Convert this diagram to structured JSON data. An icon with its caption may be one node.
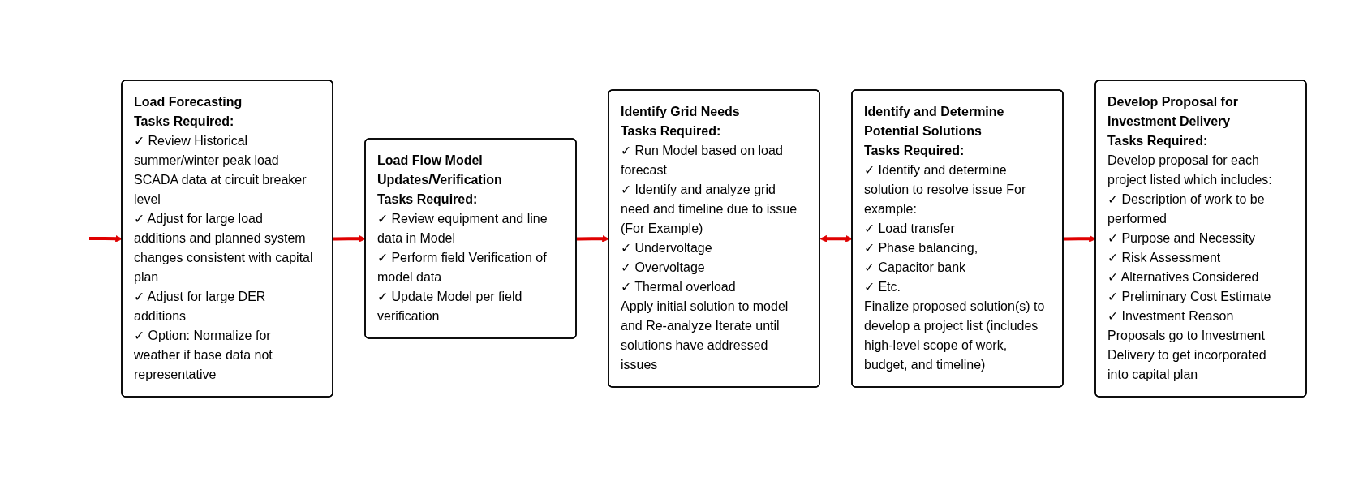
{
  "diagram": {
    "nodes": [
      {
        "text": [
          "Load Forecasting",
          "Tasks Required:",
          "✓ Review Historical summer/winter peak load SCADA data at circuit breaker level",
          "✓ Adjust for large load additions and planned system changes consistent with capital plan",
          "✓ Adjust for large DER additions",
          "✓ Option: Normalize for weather if base data not representative"
        ]
      },
      {
        "text": [
          "Load Flow Model Updates/Verification",
          "Tasks Required:",
          "✓ Review equipment and line data in Model",
          "✓ Perform field Verification of model data",
          "✓ Update Model per field verification"
        ]
      },
      {
        "text": [
          "Identify Grid Needs",
          "Tasks Required:",
          "✓ Run Model based on load forecast",
          "✓ Identify and analyze grid need and timeline due to issue (For Example)",
          "✓ Undervoltage",
          "✓ Overvoltage",
          "✓ Thermal overload",
          "Apply initial solution to model and Re-analyze Iterate until solutions have addressed issues"
        ]
      },
      {
        "text": [
          "Identify and Determine Potential Solutions",
          "Tasks Required:",
          "✓ Identify and determine solution to resolve issue For example:",
          "✓ Load transfer",
          "✓ Phase balancing,",
          "✓ Capacitor bank",
          "✓ Etc.",
          "Finalize proposed solution(s) to develop a project list (includes high-level scope of work, budget, and timeline)"
        ]
      },
      {
        "text": [
          "Develop Proposal for Investment Delivery",
          "Tasks Required:",
          "Develop proposal for each project listed which includes:",
          "✓ Description of work to be performed",
          "✓ Purpose and Necessity",
          "✓ Risk Assessment",
          "✓ Alternatives Considered",
          "✓ Preliminary Cost Estimate",
          "✓ Investment Reason",
          "Proposals go to Investment Delivery to get incorporated into capital plan"
        ]
      }
    ],
    "edges": [
      {
        "from": null,
        "to": 0,
        "arrow": "to"
      },
      {
        "from": 0,
        "to": 1,
        "arrow": "to"
      },
      {
        "from": 1,
        "to": 2,
        "arrow": "to"
      },
      {
        "from": 2,
        "to": 3,
        "arrow": "both"
      },
      {
        "from": 3,
        "to": 4,
        "arrow": "to"
      }
    ]
  }
}
